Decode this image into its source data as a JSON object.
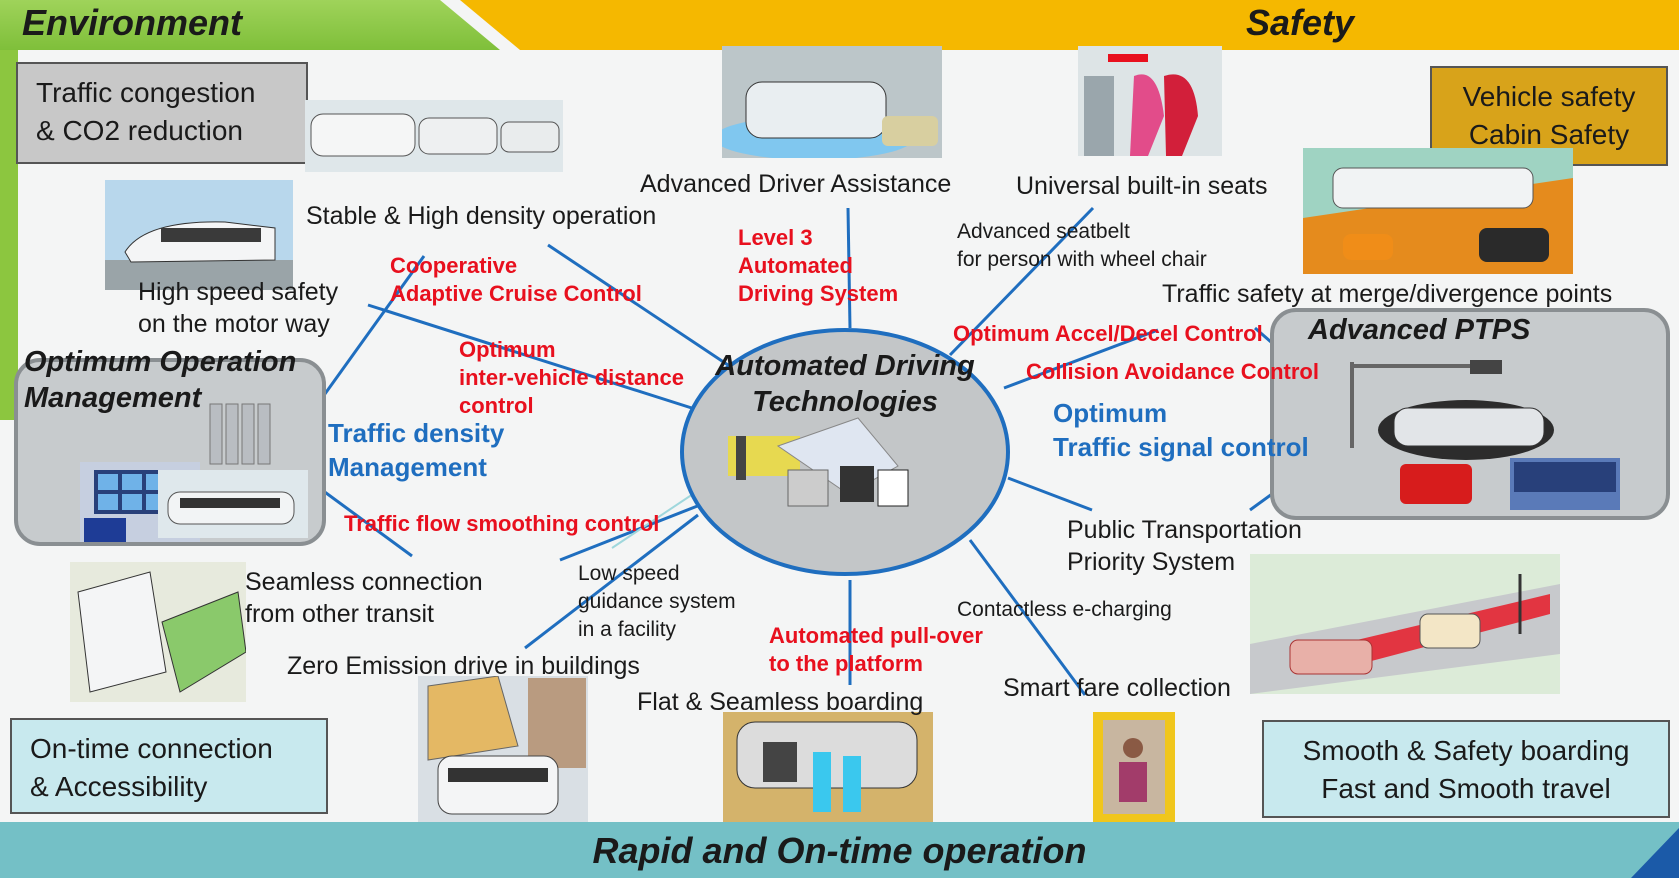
{
  "banners": {
    "environment": "Environment",
    "safety": "Safety",
    "rapid": "Rapid and On-time operation"
  },
  "boxes": {
    "traffic_congestion": "Traffic congestion\n& CO2 reduction",
    "vehicle_safety": "Vehicle safety\nCabin Safety",
    "on_time": "On-time connection\n& Accessibility",
    "smooth_safety": "Smooth & Safety boarding\nFast and Smooth travel"
  },
  "groups": {
    "optimum_operation": "Optimum Operation\nManagement",
    "advanced_ptps": "Advanced PTPS"
  },
  "center": {
    "title": "Automated Driving\nTechnologies"
  },
  "labels": {
    "advanced_driver": "Advanced Driver Assistance",
    "universal_seats": "Universal built-in seats",
    "stable_high": "Stable & High density operation",
    "high_speed": "High speed safety\non the motor way",
    "traffic_merge": "Traffic safety at merge/divergence points",
    "public_transport": "Public Transportation\nPriority System",
    "seamless_connection": "Seamless connection\nfrom other transit",
    "zero_emission": "Zero Emission drive in buildings",
    "flat_seamless": "Flat & Seamless boarding",
    "smart_fare": "Smart fare collection"
  },
  "small_labels": {
    "advanced_seatbelt": "Advanced seatbelt\nfor person with wheel chair",
    "low_speed": "Low speed\nguidance system\nin a facility",
    "contactless": "Contactless e-charging"
  },
  "red_labels": {
    "level3": "Level 3\nAutomated\nDriving System",
    "cacc": "Cooperative\nAdaptive Cruise Control",
    "inter_vehicle": "Optimum\ninter-vehicle distance\ncontrol",
    "accel_decel": "Optimum Accel/Decel Control",
    "collision": "Collision Avoidance Control",
    "flow_smoothing": "Traffic flow smoothing control",
    "pull_over": "Automated pull-over\nto the platform"
  },
  "blue_labels": {
    "density": "Traffic density\nManagement",
    "signal": "Optimum\nTraffic signal control"
  },
  "colors": {
    "environment": "#8cc63f",
    "safety": "#f5b800",
    "rapid": "#74c0c6",
    "line": "#1f6ebf",
    "red_text": "#e8101e",
    "blue_text": "#1f6ebf"
  }
}
